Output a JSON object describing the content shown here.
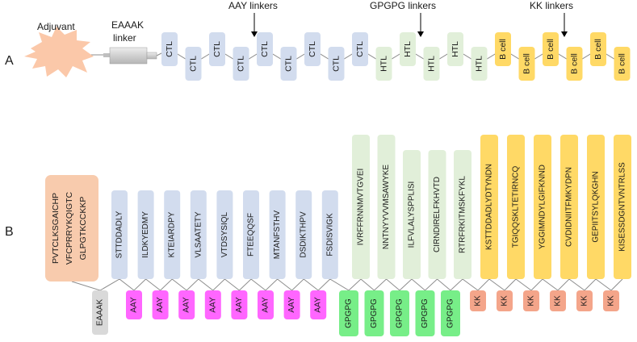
{
  "panel_a": {
    "label": "A",
    "adjuvant_label": "Adjuvant",
    "eaaak_label_line1": "EAAAK",
    "eaaak_label_line2": "linker",
    "annotations": [
      "AAY linkers",
      "GPGPG linkers",
      "KK linkers"
    ],
    "blocks": [
      "CTL",
      "CTL",
      "CTL",
      "CTL",
      "CTL",
      "CTL",
      "CTL",
      "CTL",
      "CTL",
      "HTL",
      "HTL",
      "HTL",
      "HTL",
      "HTL",
      "B cell",
      "B cell",
      "B cell",
      "B cell",
      "B cell",
      "B cell"
    ]
  },
  "panel_b": {
    "label": "B",
    "adjuvant_seq": [
      "PVTCLKSGAICHP",
      "VFCPRRYKQIGTC",
      "GLPGTKCCKKP"
    ],
    "eaaak_linker": "EAAAK",
    "ctl_epitopes": [
      "STTDDADLY",
      "ILDKYEDMY",
      "KTEIARDPY",
      "VLSAATETY",
      "VTDSYSIQL",
      "FTEEQQSF",
      "MTANFSTHV",
      "DSDIKTHPV",
      "FSDISVIGK"
    ],
    "htl_epitopes": [
      "IVRFFRNNMVTGVEI",
      "NNTNYYVVMSAWYKE",
      "ILFVLALYSPPLISI",
      "CIRNDIRELFKHVTD",
      "RTRFRKITMSKFYKL"
    ],
    "bcell_epitopes": [
      "KSTTDDADLYDTYNDN",
      "TGIQQSKLTETIRNCQ",
      "YGGIMNDYLGIFKNND",
      "CVDIDNIITFMKYDPN",
      "GEPIITSYLQKGHN",
      "KISESSDGNTVNTRLSS"
    ],
    "aay_linkers": [
      "AAY",
      "AAY",
      "AAY",
      "AAY",
      "AAY",
      "AAY",
      "AAY",
      "AAY"
    ],
    "gpgpg_linkers": [
      "GPGPG",
      "GPGPG",
      "GPGPG",
      "GPGPG",
      "GPGPG"
    ],
    "kk_linkers": [
      "KK",
      "KK",
      "KK",
      "KK",
      "KK",
      "KK"
    ]
  },
  "colors": {
    "ctl": "#d2dcee",
    "htl": "#e1efd9",
    "bcell": "#ffd966",
    "adjuvant": "#f8cbad",
    "adjuvant_burst": "#fbc8a9",
    "linker_gray": "#d9d9d9",
    "aay": "#ff66ff",
    "gpgpg": "#77ee88",
    "kk": "#f4a58a",
    "backbone": "#8c8c8c"
  }
}
